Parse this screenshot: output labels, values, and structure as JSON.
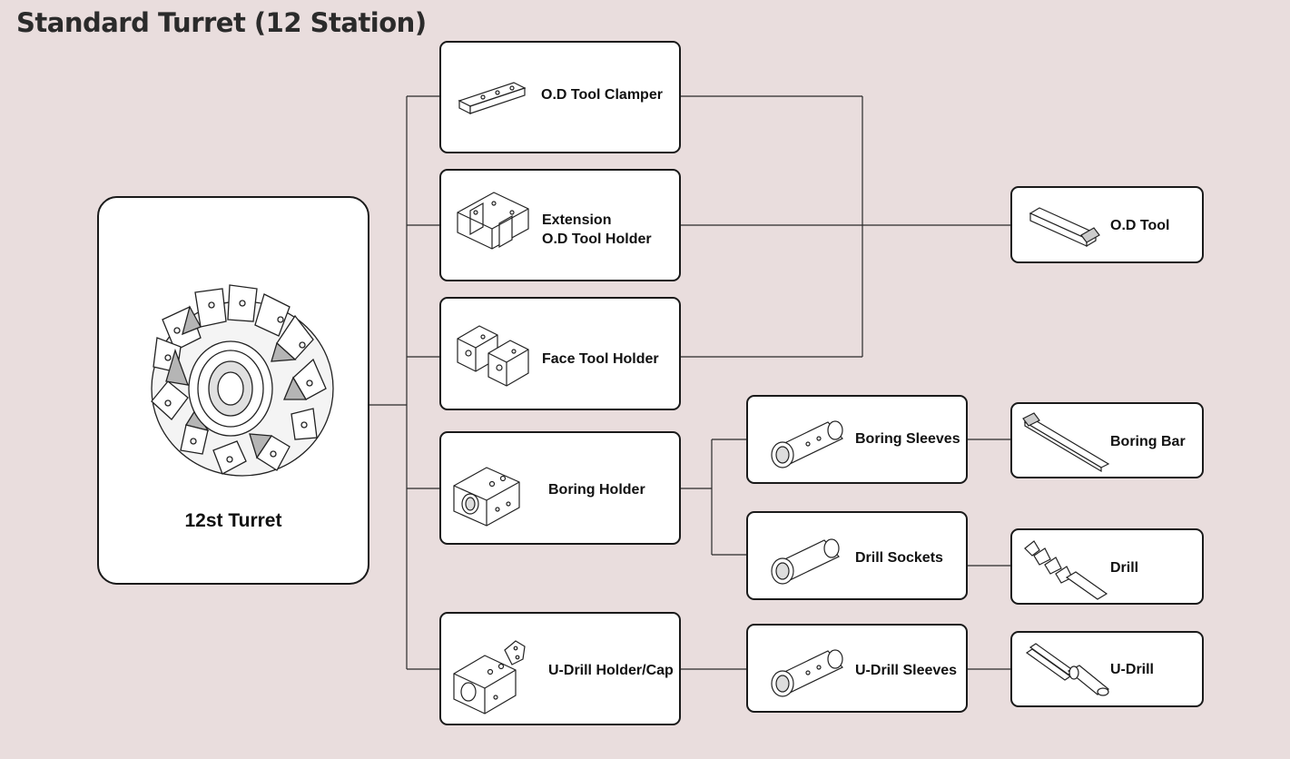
{
  "title": "Standard Turret (12 Station)",
  "turret": {
    "label": "12st Turret"
  },
  "holders": {
    "od_clamper": "O.D Tool Clamper",
    "ext_line1": "Extension",
    "ext_line2": "O.D Tool Holder",
    "face": "Face Tool Holder",
    "boring": "Boring Holder",
    "udrill_cap": "U-Drill Holder/Cap"
  },
  "adapters": {
    "boring_sleeves": "Boring Sleeves",
    "drill_sockets": "Drill Sockets",
    "udrill_sleeves": "U-Drill Sleeves"
  },
  "tools": {
    "od_tool": "O.D Tool",
    "boring_bar": "Boring Bar",
    "drill": "Drill",
    "udrill": "U-Drill"
  },
  "colors": {
    "background": "#e9dddd",
    "box": "#ffffff",
    "line": "#1a1a1a"
  }
}
